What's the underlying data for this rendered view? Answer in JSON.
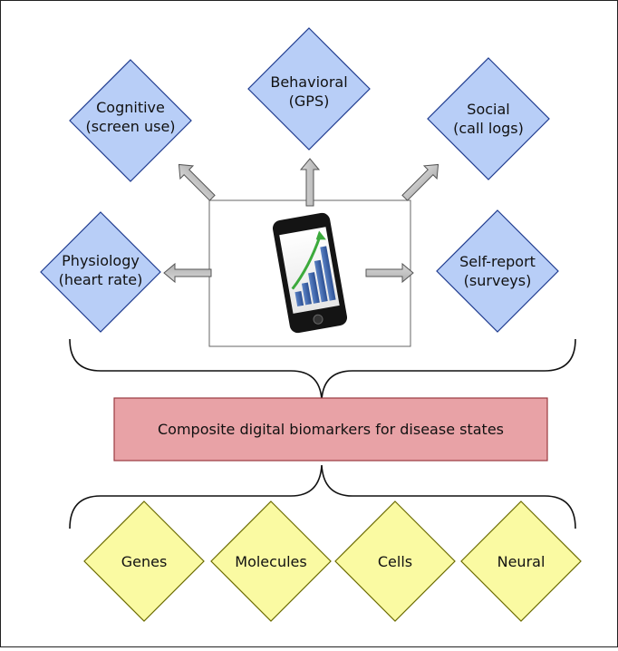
{
  "top_nodes": [
    {
      "line1": "Cognitive",
      "line2": "(screen use)"
    },
    {
      "line1": "Behavioral",
      "line2": "(GPS)"
    },
    {
      "line1": "Social",
      "line2": "(call logs)"
    },
    {
      "line1": "Physiology",
      "line2": "(heart rate)"
    },
    {
      "line1": "Self-report",
      "line2": "(surveys)"
    }
  ],
  "center_label": "Composite digital biomarkers for disease states",
  "bottom_nodes": [
    "Genes",
    "Molecules",
    "Cells",
    "Neural"
  ],
  "colors": {
    "blue_fill": "#b8cef7",
    "blue_stroke": "#1f3b8f",
    "yellow_fill": "#fafaa2",
    "yellow_stroke": "#6b6b00",
    "red_fill": "#e8a2a6",
    "red_stroke": "#9a3a40",
    "arrow_fill": "#c7c7c7"
  },
  "icons": {
    "phone": "smartphone-growth-chart-icon"
  }
}
